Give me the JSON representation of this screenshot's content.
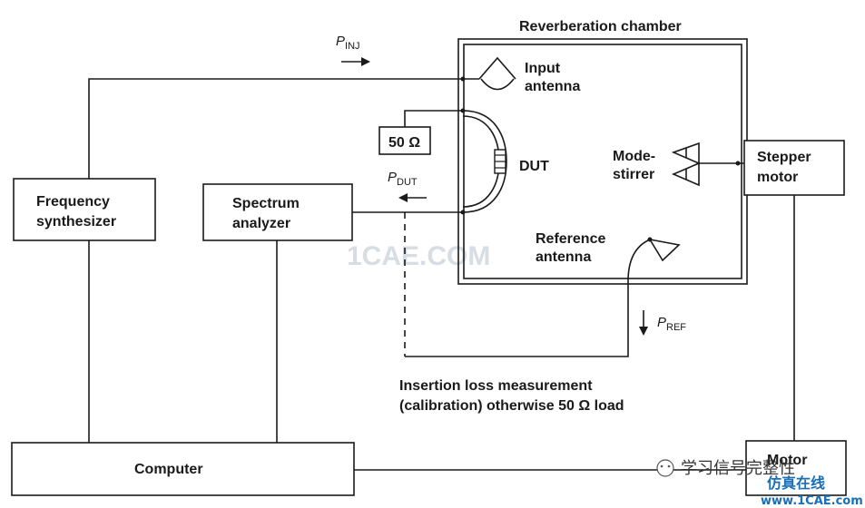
{
  "title": "Reverberation chamber",
  "labels": {
    "input_antenna": [
      "Input",
      "antenna"
    ],
    "load": "50 Ω",
    "dut": "DUT",
    "mode_stirrer": [
      "Mode-",
      "stirrer"
    ],
    "stepper_motor": [
      "Stepper",
      "motor"
    ],
    "frequency_synthesizer": [
      "Frequency",
      "synthesizer"
    ],
    "spectrum_analyzer": [
      "Spectrum",
      "analyzer"
    ],
    "reference_antenna": [
      "Reference",
      "antenna"
    ],
    "computer": "Computer",
    "motor_controller": "Motor",
    "note": [
      "Insertion loss measurement",
      "(calibration) otherwise 50 Ω load"
    ]
  },
  "symbols": {
    "p_inj": {
      "main": "P",
      "sub": "INJ"
    },
    "p_dut": {
      "main": "P",
      "sub": "DUT"
    },
    "p_ref": {
      "main": "P",
      "sub": "REF"
    }
  },
  "watermark": {
    "center": "1CAE.COM",
    "wechat": "学习信号完整性",
    "site_cn": "仿真在线",
    "site_url": "www.1CAE.com"
  }
}
